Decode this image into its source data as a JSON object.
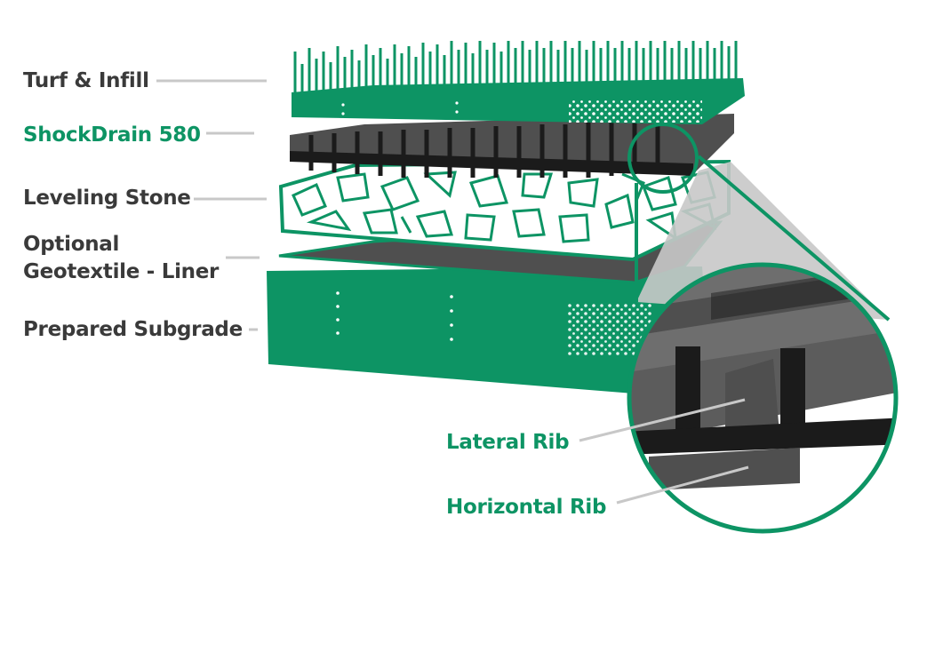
{
  "colors": {
    "brand_green": "#0d9464",
    "label_dark": "#3a3a3a",
    "leader": "#c8c8c8",
    "grid_dark": "#1b1b1b",
    "grid_mid": "#4f4f4f",
    "grid_light": "#6e6e6e"
  },
  "layers": [
    {
      "label": "Turf & Infill"
    },
    {
      "label": "ShockDrain 580"
    },
    {
      "label": "Leveling Stone"
    },
    {
      "label": "Optional\nGeotextile - Liner"
    },
    {
      "label": "Prepared Subgrade"
    }
  ],
  "callouts": [
    {
      "label": "Lateral Rib"
    },
    {
      "label": "Horizontal Rib"
    }
  ]
}
